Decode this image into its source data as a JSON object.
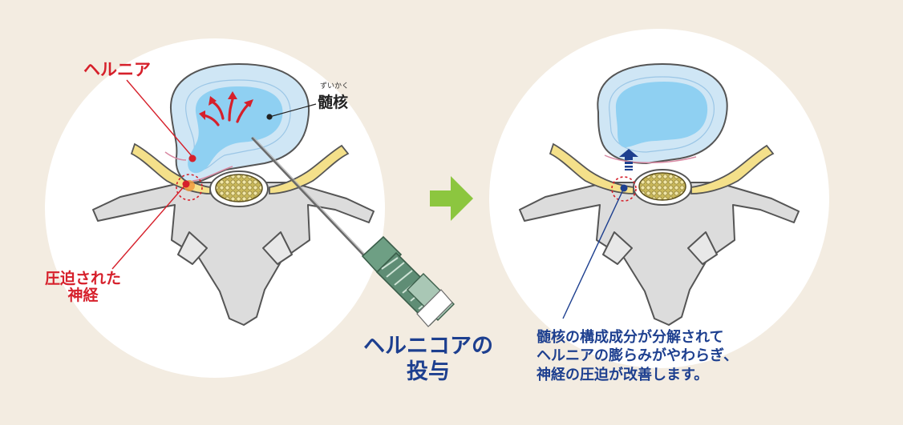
{
  "labels": {
    "hernia": "ヘルニア",
    "compressed_nerve_line1": "圧迫された",
    "compressed_nerve_line2": "神経",
    "nucleus": "髄核",
    "nucleus_reading": "ずいかく",
    "administration_line1": "ヘルニコアの",
    "administration_line2": "投与",
    "result_line1": "髄核の構成成分が分解されて",
    "result_line2": "ヘルニアの膨らみがやわらぎ、",
    "result_line3": "神経の圧迫が改善します。"
  },
  "icons": {
    "transition": "arrow-right-icon",
    "expansion": "red-outward-arrows-icon",
    "reduction": "blue-up-arrow-icon"
  },
  "colors": {
    "background": "#f3ece1",
    "circle": "#ffffff",
    "disc_ring": "#cfe6f5",
    "nucleus": "#8fd0f2",
    "bone": "#dcdcdc",
    "nerve_root": "#f4e08a",
    "hernia_text": "#d6202b",
    "result_text": "#1d3f8f",
    "arrow": "#8cc63f"
  }
}
